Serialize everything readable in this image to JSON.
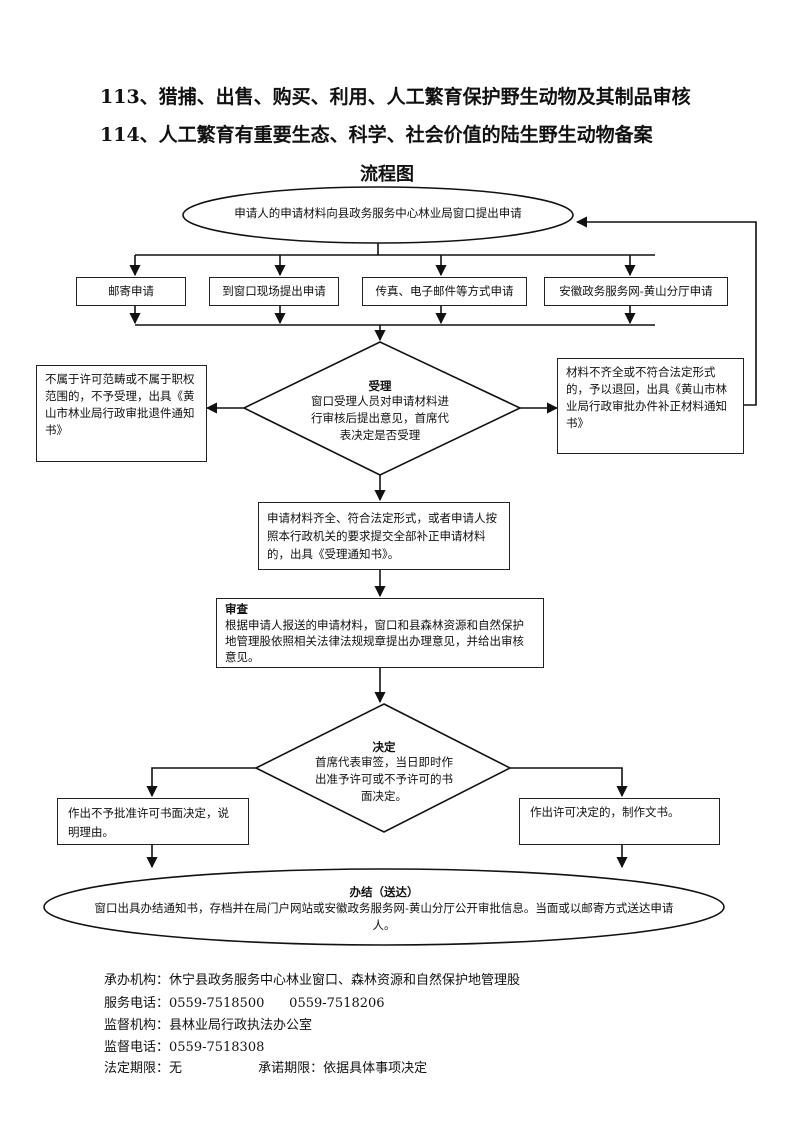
{
  "titles": {
    "line1": "113、猎捕、出售、购买、利用、人工繁育保护野生动物及其制品审核",
    "line2": "114、人工繁育有重要生态、科学、社会价值的陆生野生动物备案",
    "line3": "流程图"
  },
  "flow": {
    "start": "申请人的申请材料向县政务服务中心林业局窗口提出申请",
    "channels": [
      "邮寄申请",
      "到窗口现场提出申请",
      "传真、电子邮件等方式申请",
      "安徽政务服务网-黄山分厅申请"
    ],
    "accept": {
      "heading": "受理",
      "text": "窗口受理人员对申请材料进行审核后提出意见，首席代表决定是否受理"
    },
    "reject_left": "不属于许可范畴或不属于职权范围的，不予受理，出具《黄山市林业局行政审批退件通知书》",
    "reject_right": "材料不齐全或不符合法定形式的，予以退回，出具《黄山市林业局行政审批办件补正材料通知书》",
    "accepted": "申请材料齐全、符合法定形式，或者申请人按照本行政机关的要求提交全部补正申请材料的，出具《受理通知书》。",
    "review": {
      "heading": "审查",
      "text": "根据申请人报送的申请材料，窗口和县森林资源和自然保护地管理股依照相关法律法规规章提出办理意见，并给出审核意见。"
    },
    "decision": {
      "heading": "决定",
      "text": "首席代表审签，当日即时作出准予许可或不予许可的书面决定。"
    },
    "deny": "作出不予批准许可书面决定，说明理由。",
    "approve": "作出许可决定的，制作文书。",
    "finish": {
      "heading": "办结（送达）",
      "text": "窗口出具办结通知书，存档并在局门户网站或安徽政务服务网-黄山分厅公开审批信息。当面或以邮寄方式送达申请人。"
    }
  },
  "footer": {
    "org": "承办机构：休宁县政务服务中心林业窗口、森林资源和自然保护地管理股",
    "phone": "服务电话：0559-7518500      0559-7518206",
    "supervise_org": "监督机构：县林业局行政执法办公室",
    "supervise_phone": "监督电话：0559-7518308",
    "legal_limit": "法定期限：无",
    "promise_limit": "承诺期限：依据具体事项决定"
  }
}
